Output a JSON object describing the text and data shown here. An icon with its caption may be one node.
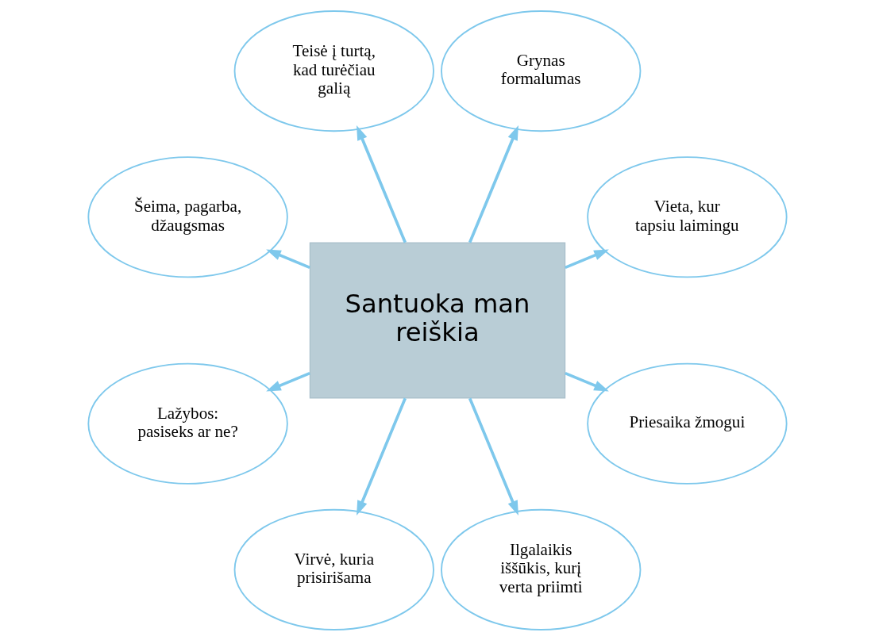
{
  "diagram": {
    "nodes": [
      {
        "text": [
          "Vieta, kur tapsiu laimingu"
        ]
      },
      {
        "text": [
          "Grynas formalumas"
        ]
      },
      {
        "text": [
          "Teisė į turtą, kad turėčiau galią"
        ]
      },
      {
        "text": [
          "Šeima, pagarba, džaugsmas"
        ]
      },
      {
        "text": [
          "Santuoka man reiškia"
        ]
      },
      {
        "text": [
          "Lažybos: pasiseks ar ne?"
        ]
      },
      {
        "text": [
          "Virvė, kuria prisirišama"
        ]
      },
      {
        "text": [
          "Ilgalaikis iššūkis, kurį verta priimti"
        ]
      },
      {
        "text": [
          "Priesaika žmogui"
        ]
      }
    ],
    "edges": [
      {
        "from": 4,
        "to": 0,
        "arrow": "to"
      },
      {
        "from": 4,
        "to": 1,
        "arrow": "to"
      },
      {
        "from": 4,
        "to": 2,
        "arrow": "to"
      },
      {
        "from": 4,
        "to": 5,
        "arrow": "to"
      },
      {
        "from": 4,
        "to": 8,
        "arrow": "to"
      },
      {
        "from": 4,
        "to": 7,
        "arrow": "to"
      },
      {
        "from": 4,
        "to": 6,
        "arrow": "to"
      },
      {
        "from": 4,
        "to": 3,
        "arrow": "to"
      }
    ]
  }
}
